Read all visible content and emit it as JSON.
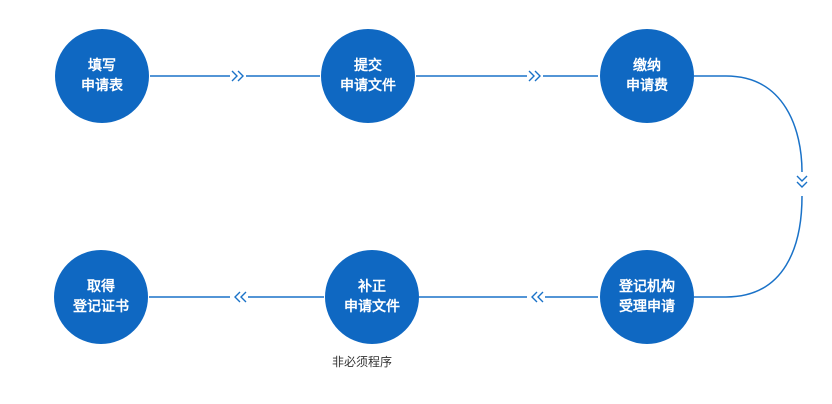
{
  "steps": [
    {
      "id": "fill",
      "lines": [
        "填写",
        "申请表"
      ]
    },
    {
      "id": "submit",
      "lines": [
        "提交",
        "申请文件"
      ]
    },
    {
      "id": "pay",
      "lines": [
        "缴纳",
        "申请费"
      ]
    },
    {
      "id": "accept",
      "lines": [
        "登记机构",
        "受理申请"
      ]
    },
    {
      "id": "supplement",
      "lines": [
        "补正",
        "申请文件"
      ]
    },
    {
      "id": "obtain",
      "lines": [
        "取得",
        "登记证书"
      ]
    }
  ],
  "note": "非必须程序",
  "colors": {
    "circle": "#0f68c2",
    "connector": "#1a72c8",
    "note_text": "#333333"
  },
  "icons": {
    "arrow_right": "double-chevron-right-icon",
    "arrow_down": "double-chevron-down-icon",
    "arrow_left": "double-chevron-left-icon"
  }
}
